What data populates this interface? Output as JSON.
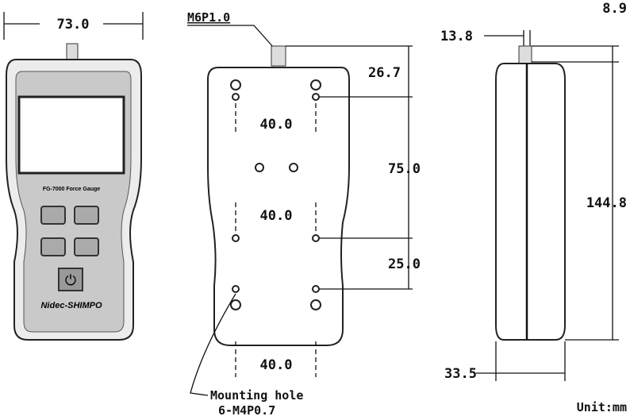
{
  "front_view": {
    "width_dim": "73.0",
    "model_label": "FG-7000 Force Gauge",
    "brand_label": "Nidec-SHIMPO",
    "power_icon": "power-icon"
  },
  "back_view": {
    "thread_label": "M6P1.0",
    "dims": {
      "top_offset": "26.7",
      "hole_spacing_top": "40.0",
      "vertical_spacing": "75.0",
      "hole_spacing_mid": "40.0",
      "bottom_offset": "25.0",
      "hole_spacing_bottom": "40.0"
    },
    "mounting_label_line1": "Mounting hole",
    "mounting_label_line2": "6-M4P0.7"
  },
  "side_view": {
    "dims": {
      "shaft_offset": "8.9",
      "shaft_height": "13.8",
      "total_height": "144.8",
      "depth": "33.5"
    },
    "unit_label": "Unit:mm"
  }
}
